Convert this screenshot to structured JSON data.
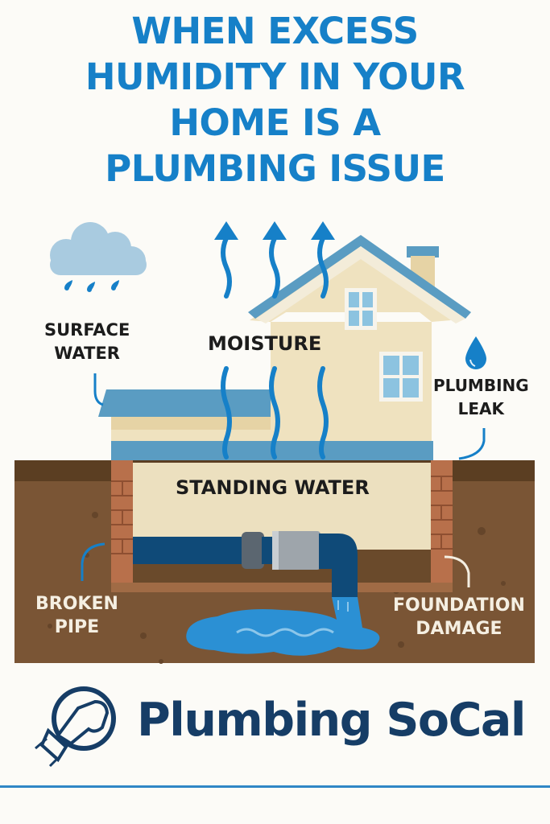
{
  "title": {
    "lines": [
      "WHEN EXCESS",
      "HUMIDITY IN YOUR",
      "HOME IS A",
      "PLUMBING ISSUE"
    ],
    "color": "#1680c8"
  },
  "labels": {
    "surface_water": [
      "SURFACE",
      "WATER"
    ],
    "moisture": "MOISTURE",
    "plumbing_leak": [
      "PLUMBING",
      "LEAK"
    ],
    "standing_water": "STANDING WATER",
    "broken_pipe": [
      "BROKEN",
      "PIPE"
    ],
    "foundation_damage": [
      "FOUNDATION",
      "DAMAGE"
    ]
  },
  "icons": {
    "cloud": "rain-cloud-icon",
    "drop": "water-drop-icon",
    "arrows": "moisture-arrow-icon",
    "logo": "wrench-logo-icon"
  },
  "brand": {
    "name": "Plumbing SoCal",
    "color": "#163d66"
  },
  "colors": {
    "background": "#fcfbf7",
    "accent_blue": "#1680c8",
    "roof_blue": "#5a9cc2",
    "house_beige": "#efe2bf",
    "soil": "#7a5535",
    "soil_dark": "#5b3e22",
    "brick": "#b8704b",
    "pipe": "#0f4a78",
    "puddle": "#2b90d4"
  }
}
